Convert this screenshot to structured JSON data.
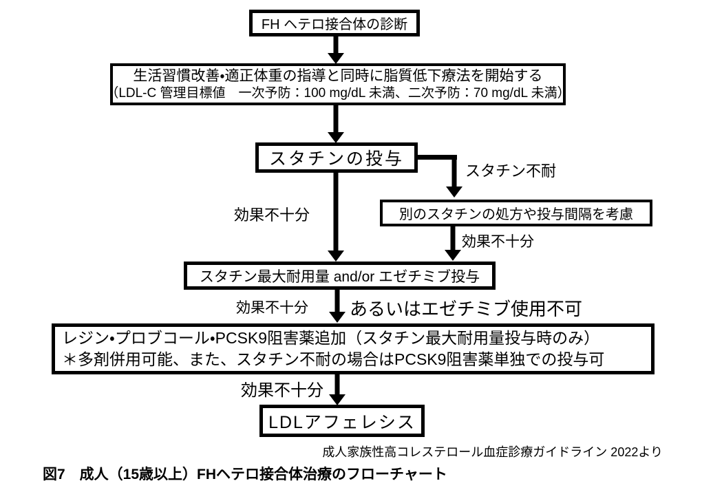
{
  "nodes": {
    "diagnosis": "FH ヘテロ接合体の診断",
    "lifestyle": {
      "line1": "生活習慣改善・適正体重の指導と同時に脂質低下療法を開始する",
      "line2": "（LDL-C 管理目標値　一次予防：100 mg/dL 未満、二次予防：70 mg/dL 未満）"
    },
    "statin": "スタチンの投与",
    "alt_statin": "別のスタチンの処方や投与間隔を考慮",
    "max_tolerated": "スタチン最大耐用量 and/or エゼチミブ投与",
    "add_drugs": {
      "line1": "レジン・プロブコール・PCSK9阻害薬追加（スタチン最大耐用量投与時のみ）",
      "line2": "＊多剤併用可能、また、スタチン不耐の場合はPCSK9阻害薬単独での投与可"
    },
    "ldl_apheresis": "LDLアフェレシス"
  },
  "edge_labels": {
    "statin_intolerance": "スタチン不耐",
    "insufficient_effect_1": "効果不十分",
    "insufficient_effect_2": "効果不十分",
    "insufficient_effect_3": "効果不十分",
    "or_ezetimibe_unusable": "あるいはエゼチミブ使用不可",
    "insufficient_effect_4": "効果不十分"
  },
  "footer": {
    "source": "成人家族性高コレステロール血症診療ガイドライン 2022より",
    "caption": "図7　成人（15歳以上）FHヘテロ接合体治療のフローチャート"
  },
  "colors": {
    "line": "#000000",
    "background": "#ffffff",
    "text": "#000000"
  }
}
